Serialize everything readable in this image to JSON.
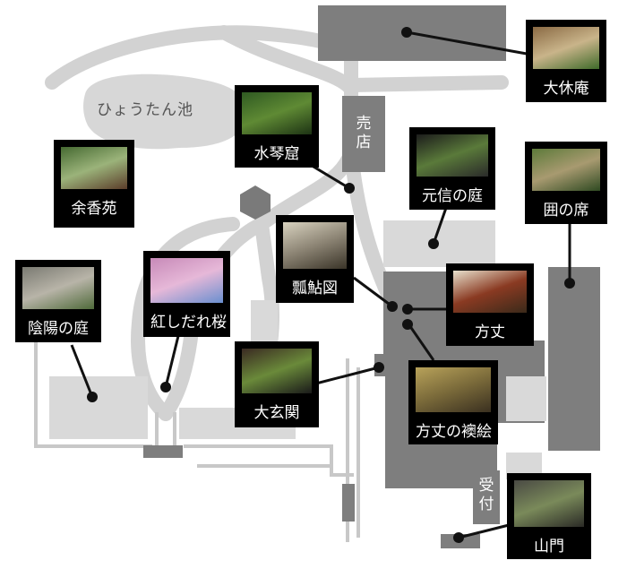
{
  "map": {
    "pond_label": "ひょうたん池",
    "shop_label": "売店",
    "reception_label": "受付"
  },
  "spots": [
    {
      "id": "daikyuan",
      "label": "大休庵",
      "photo": [
        "#8a6a44",
        "#c9b48a",
        "#3f6a2a"
      ]
    },
    {
      "id": "suikinkutsu",
      "label": "水琴窟",
      "photo": [
        "#2f5a22",
        "#5f8a34",
        "#1d3314"
      ]
    },
    {
      "id": "yokoen",
      "label": "余香苑",
      "photo": [
        "#466a32",
        "#9bb37a",
        "#5b3d2a"
      ]
    },
    {
      "id": "genshin",
      "label": "元信の庭",
      "photo": [
        "#1c1c1c",
        "#5a7a3a",
        "#2a2a2a"
      ]
    },
    {
      "id": "kakoinoseki",
      "label": "囲の席",
      "photo": [
        "#5d7a3a",
        "#a89a70",
        "#2f4a22"
      ]
    },
    {
      "id": "hyonenzu",
      "label": "瓢鮎図",
      "photo": [
        "#d8d2bf",
        "#8c8474",
        "#3a3428"
      ]
    },
    {
      "id": "onmyo",
      "label": "陰陽の庭",
      "photo": [
        "#7a7a72",
        "#b8b4a8",
        "#4f6a3a"
      ]
    },
    {
      "id": "benishidare",
      "label": "紅しだれ桜",
      "photo": [
        "#c78ab8",
        "#e6b8d8",
        "#6a8fcf"
      ]
    },
    {
      "id": "hojo",
      "label": "方丈",
      "photo": [
        "#e8e0cc",
        "#8a3a22",
        "#3a2a1a"
      ]
    },
    {
      "id": "daigenkan",
      "label": "大玄関",
      "photo": [
        "#3a2a22",
        "#6a8a3a",
        "#1a1a1a"
      ]
    },
    {
      "id": "fusumae",
      "label": "方丈の襖絵",
      "photo": [
        "#b8a25a",
        "#7a6a3a",
        "#3a3020"
      ]
    },
    {
      "id": "sanmon",
      "label": "山門",
      "photo": [
        "#4a4a44",
        "#7a8a5a",
        "#2a2a26"
      ]
    }
  ]
}
